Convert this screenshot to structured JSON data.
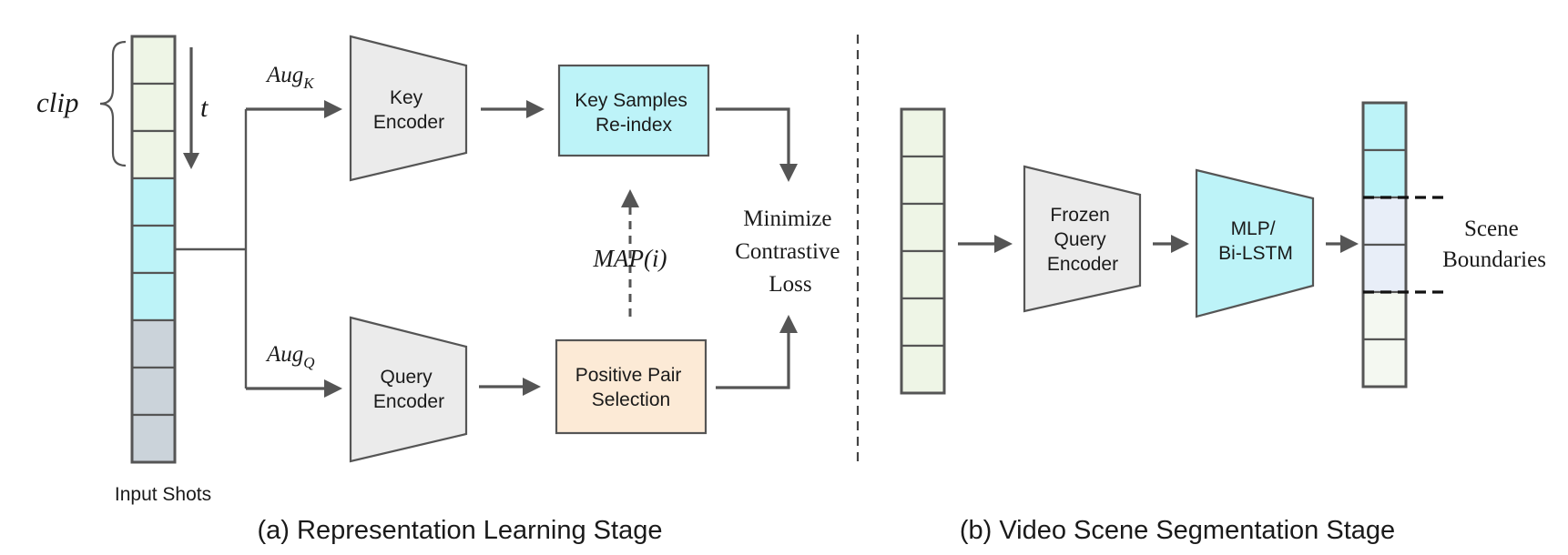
{
  "colors": {
    "cell_green": "#EEF5E6",
    "cell_cyan": "#BDF3F8",
    "cell_gray": "#CBD3DA",
    "cell_lavender": "#E8EEF8",
    "cell_light": "#F4F8F1",
    "encoder_gray": "#EBEBEB",
    "key_samples_fill": "#BDF3F8",
    "positive_pair_fill": "#FCEAD6",
    "mlp_fill": "#BDF3F8",
    "line": "#555555"
  },
  "part_a": {
    "clip_label": "clip",
    "time_label": "t",
    "input_shots_label": "Input Shots",
    "aug_k": {
      "base": "Aug",
      "sub": "K"
    },
    "aug_q": {
      "base": "Aug",
      "sub": "Q"
    },
    "key_encoder": [
      "Key",
      "Encoder"
    ],
    "query_encoder": [
      "Query",
      "Encoder"
    ],
    "key_samples_box": [
      "Key Samples",
      "Re-index"
    ],
    "positive_pair_box": [
      "Positive Pair",
      "Selection"
    ],
    "map_label": "MAP(i)",
    "loss_label": [
      "Minimize",
      "Contrastive",
      "Loss"
    ],
    "caption": "(a) Representation Learning Stage"
  },
  "part_b": {
    "frozen_encoder": [
      "Frozen",
      "Query",
      "Encoder"
    ],
    "mlp_box": [
      "MLP/",
      "Bi-LSTM"
    ],
    "scene_label": [
      "Scene",
      "Boundaries"
    ],
    "caption": "(b) Video Scene Segmentation Stage"
  }
}
